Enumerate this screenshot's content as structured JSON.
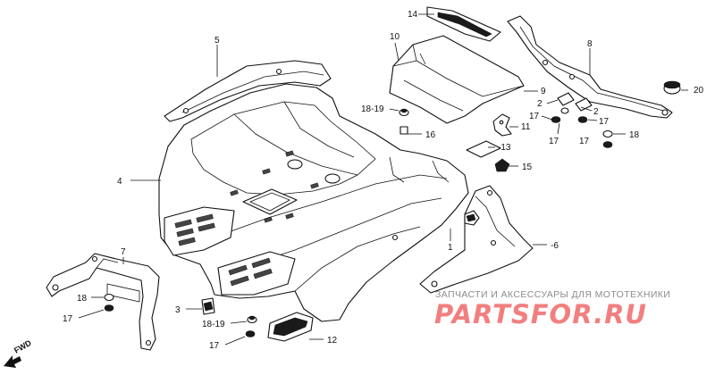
{
  "callouts": {
    "c1": "1",
    "c2a": "2",
    "c2b": "2",
    "c3": "3",
    "c4": "4",
    "c5": "5",
    "c6": "-6",
    "c7": "7",
    "c8": "8",
    "c9": "9",
    "c10": "10",
    "c11": "11",
    "c12": "12",
    "c13": "-13",
    "c14": "14",
    "c15": "15",
    "c16": "16",
    "c17a": "17",
    "c17b": "17",
    "c17c": "17",
    "c17d": "17",
    "c17e": "17",
    "c17f": "17",
    "c18a": "18",
    "c18b": "18",
    "c18_19a": "18-19",
    "c18_19b": "18-19",
    "c20": "20"
  },
  "direction_marker": "FWD",
  "watermark": {
    "line1": "ЗАПЧАСТИ И АКСЕССУАРЫ ДЛЯ МОТОТЕХНИКИ",
    "line2": "PARTSFOR.RU"
  }
}
